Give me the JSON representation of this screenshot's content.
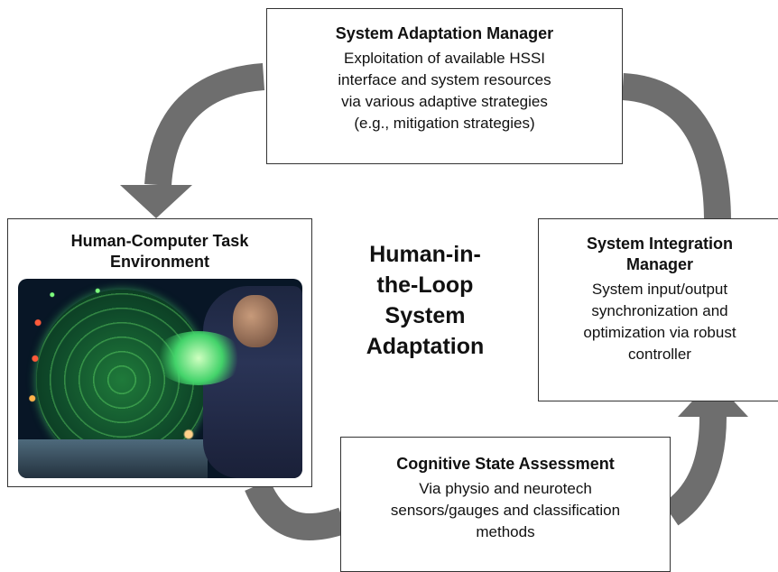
{
  "center_title": [
    "Human-in-",
    "the-Loop",
    "System",
    "Adaptation"
  ],
  "boxes": {
    "system_adaptation_manager": {
      "title": "System Adaptation Manager",
      "lines": [
        "Exploitation of available HSSI",
        "interface and system resources",
        "via various adaptive strategies",
        "(e.g., mitigation strategies)"
      ]
    },
    "human_computer_task_environment": {
      "title_lines": [
        "Human-Computer Task",
        "Environment"
      ]
    },
    "system_integration_manager": {
      "title_lines": [
        "System Integration",
        "Manager"
      ],
      "lines": [
        "System input/output",
        "synchronization and",
        "optimization via robust",
        "controller"
      ]
    },
    "cognitive_state_assessment": {
      "title": "Cognitive State Assessment",
      "lines": [
        "Via physio and neurotech",
        "sensors/gauges and classification",
        "methods"
      ]
    }
  },
  "colors": {
    "arrow": "#6e6e6e",
    "box_border": "#333333",
    "text": "#111111"
  }
}
